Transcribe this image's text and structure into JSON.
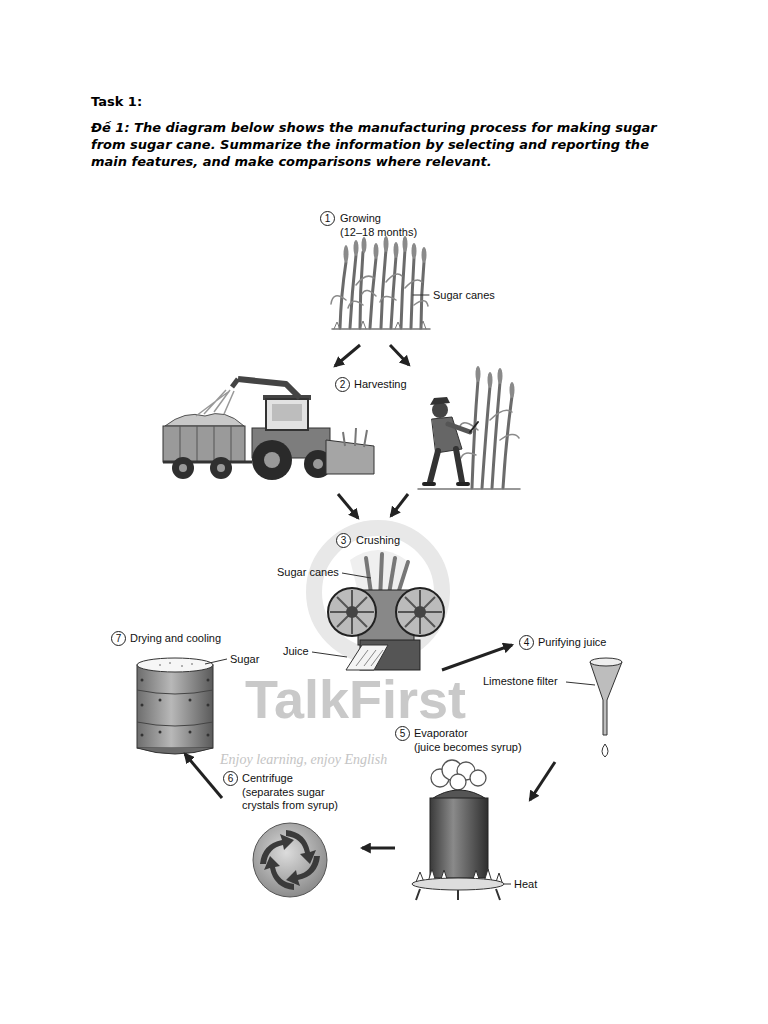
{
  "diagram": {
    "title": "Task 1:",
    "caption": "Đề 1: The diagram below shows the manufacturing process for making sugar from sugar cane. Summarize the information by selecting and reporting the main features, and make comparisons where relevant.",
    "nodes": [
      {
        "text": [
          "1",
          "Growing",
          "(12–18 months)"
        ]
      },
      {
        "text": [
          "2",
          "Harvesting"
        ]
      },
      {
        "text": [
          "3",
          "Crushing"
        ]
      },
      {
        "text": [
          "4",
          "Purifying juice"
        ]
      },
      {
        "text": [
          "5",
          "Evaporator",
          "(juice becomes syrup)"
        ]
      },
      {
        "text": [
          "6",
          "Centrifuge",
          "(separates sugar crystals from syrup)"
        ]
      },
      {
        "text": [
          "7",
          "Drying and cooling"
        ]
      }
    ],
    "edges": [
      {
        "from": 0,
        "to": 1,
        "arrow": "to"
      },
      {
        "from": 1,
        "to": 2,
        "arrow": "to"
      },
      {
        "from": 2,
        "to": 3,
        "arrow": "to"
      },
      {
        "from": 3,
        "to": 4,
        "arrow": "to"
      },
      {
        "from": 4,
        "to": 5,
        "arrow": "to"
      },
      {
        "from": 5,
        "to": 6,
        "arrow": "to"
      }
    ],
    "labels": [
      "Sugar canes",
      "Sugar canes",
      "Juice",
      "Limestone filter",
      "Heat",
      "Sugar",
      "TalkFirst",
      "Enjoy learning, enjoy English"
    ]
  }
}
